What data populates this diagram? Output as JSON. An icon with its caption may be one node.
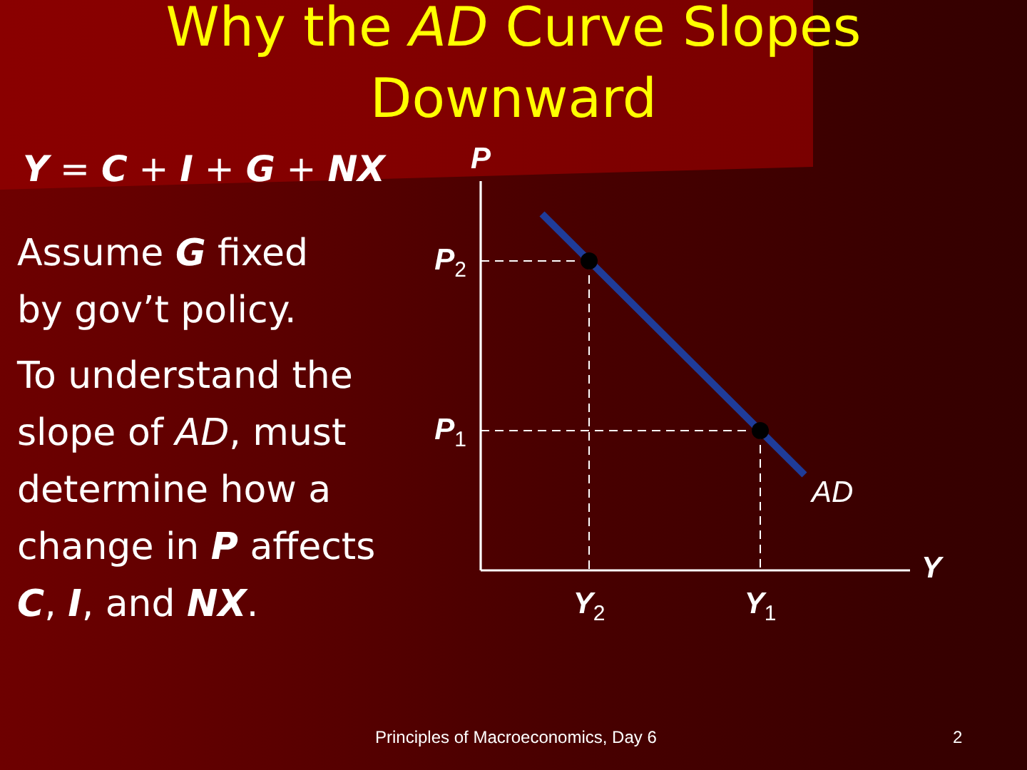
{
  "diagram": {
    "title": "Why the *AD* Curve Slopes Downward",
    "labels": [
      "**Y** = **C** + **I** + **G** + **NX**",
      "P",
      "Assume **G** fixed by gov’t policy.",
      "P$_{2}$",
      "To understand the slope of *AD*, must determine how a change in **P** affects **C**, **I**, and **NX**.",
      "P$_{1}$",
      "AD",
      "Y",
      "Y$_{2}$",
      "Y$_{1}$",
      "Principles of Macroeconomics, Day 6",
      "2"
    ]
  }
}
